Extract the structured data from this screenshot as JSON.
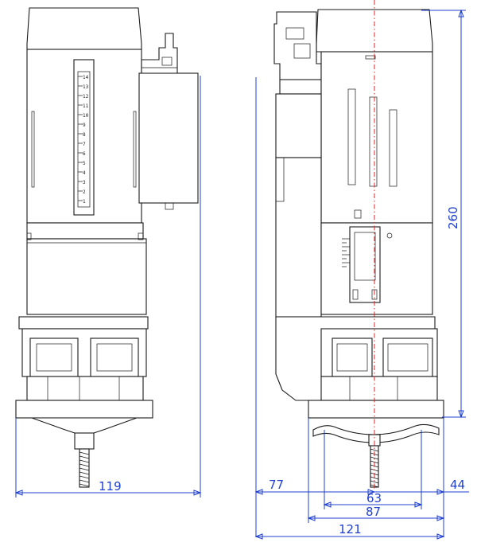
{
  "dimensions": {
    "left_width": "119",
    "height": "260",
    "offset_left": "77",
    "offset_right": "44",
    "inner_63": "63",
    "inner_87": "87",
    "overall_121": "121"
  },
  "scale_marks": [
    "14",
    "13",
    "12",
    "11",
    "10",
    "9",
    "8",
    "7",
    "6",
    "5",
    "4",
    "3",
    "2",
    "1"
  ],
  "colors": {
    "dimension": "#1f3fd0",
    "centerline": "#e02020",
    "drawing": "#1a1a1a"
  }
}
